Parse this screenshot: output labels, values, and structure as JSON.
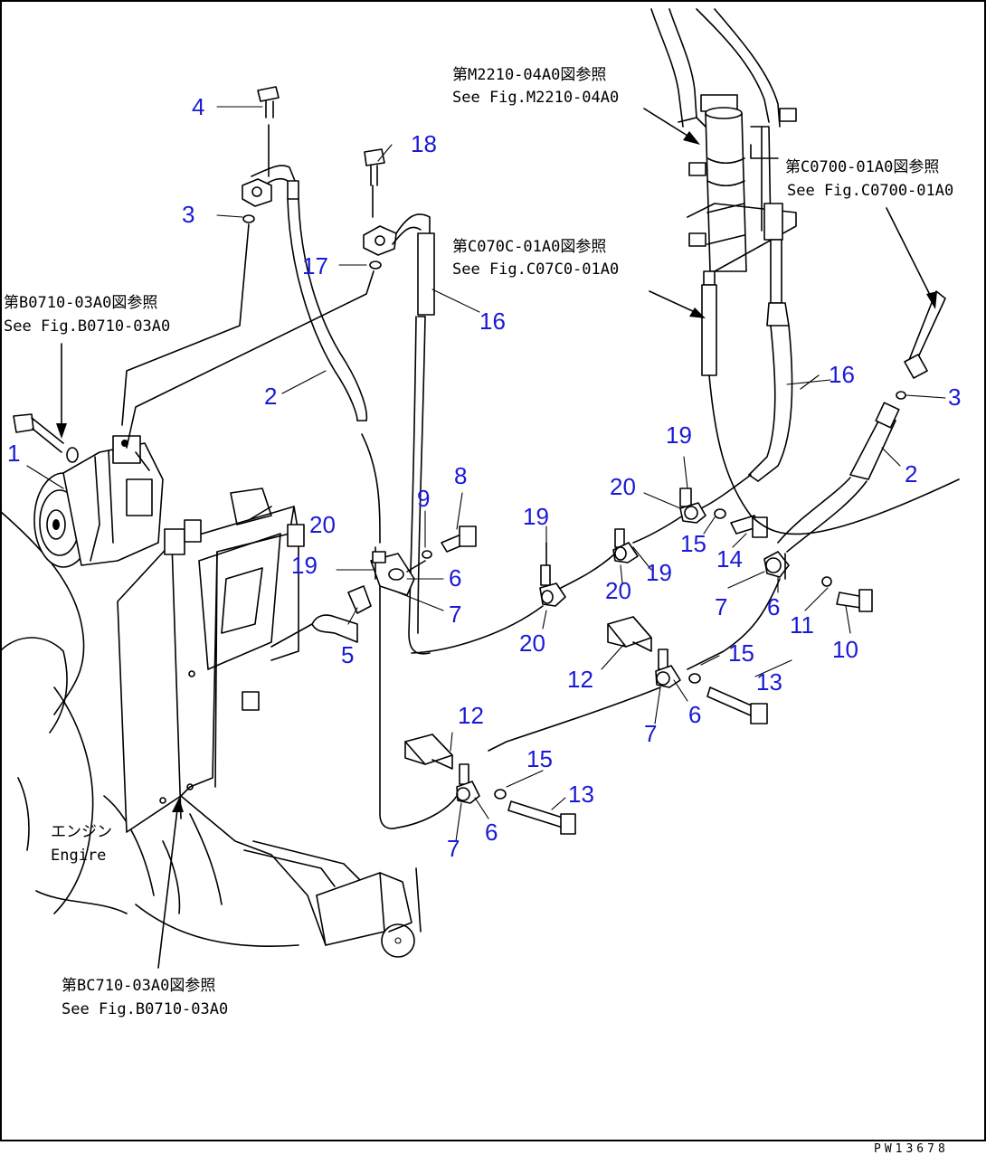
{
  "callouts": [
    {
      "id": "c1",
      "label": "1"
    },
    {
      "id": "c2a",
      "label": "2"
    },
    {
      "id": "c2b",
      "label": "2"
    },
    {
      "id": "c3a",
      "label": "3"
    },
    {
      "id": "c3b",
      "label": "3"
    },
    {
      "id": "c4",
      "label": "4"
    },
    {
      "id": "c5",
      "label": "5"
    },
    {
      "id": "c6a",
      "label": "6"
    },
    {
      "id": "c6b",
      "label": "6"
    },
    {
      "id": "c6c",
      "label": "6"
    },
    {
      "id": "c6d",
      "label": "6"
    },
    {
      "id": "c7a",
      "label": "7"
    },
    {
      "id": "c7b",
      "label": "7"
    },
    {
      "id": "c7c",
      "label": "7"
    },
    {
      "id": "c7d",
      "label": "7"
    },
    {
      "id": "c8",
      "label": "8"
    },
    {
      "id": "c9",
      "label": "9"
    },
    {
      "id": "c10",
      "label": "10"
    },
    {
      "id": "c11",
      "label": "11"
    },
    {
      "id": "c12a",
      "label": "12"
    },
    {
      "id": "c12b",
      "label": "12"
    },
    {
      "id": "c13a",
      "label": "13"
    },
    {
      "id": "c13b",
      "label": "13"
    },
    {
      "id": "c14",
      "label": "14"
    },
    {
      "id": "c15a",
      "label": "15"
    },
    {
      "id": "c15b",
      "label": "15"
    },
    {
      "id": "c15c",
      "label": "15"
    },
    {
      "id": "c16a",
      "label": "16"
    },
    {
      "id": "c16b",
      "label": "16"
    },
    {
      "id": "c17",
      "label": "17"
    },
    {
      "id": "c18",
      "label": "18"
    },
    {
      "id": "c19a",
      "label": "19"
    },
    {
      "id": "c19b",
      "label": "19"
    },
    {
      "id": "c19c",
      "label": "19"
    },
    {
      "id": "c19d",
      "label": "19"
    },
    {
      "id": "c20a",
      "label": "20"
    },
    {
      "id": "c20b",
      "label": "20"
    },
    {
      "id": "c20c",
      "label": "20"
    },
    {
      "id": "c20d",
      "label": "20"
    }
  ],
  "references": {
    "m2210_jp": "第M2210-04A0図参照",
    "m2210_en": "See Fig.M2210-04A0",
    "c0700_right_jp": "第C0700-01A0図参照",
    "c0700_right_en": "See Fig.C0700-01A0",
    "c0700_mid_jp": "第C070C-01A0図参照",
    "c0700_mid_en": "See Fig.C07C0-01A0",
    "b0710_left_jp": "第B0710-03A0図参照",
    "b0710_left_en": "See Fig.B0710-03A0",
    "b0710_bottom_jp": "第BC710-03A0図参照",
    "b0710_bottom_en": "See Fig.B0710-03A0"
  },
  "engine_label_jp": "エンジン",
  "engine_label_en": "Engire",
  "drawing_code": "PW13678"
}
